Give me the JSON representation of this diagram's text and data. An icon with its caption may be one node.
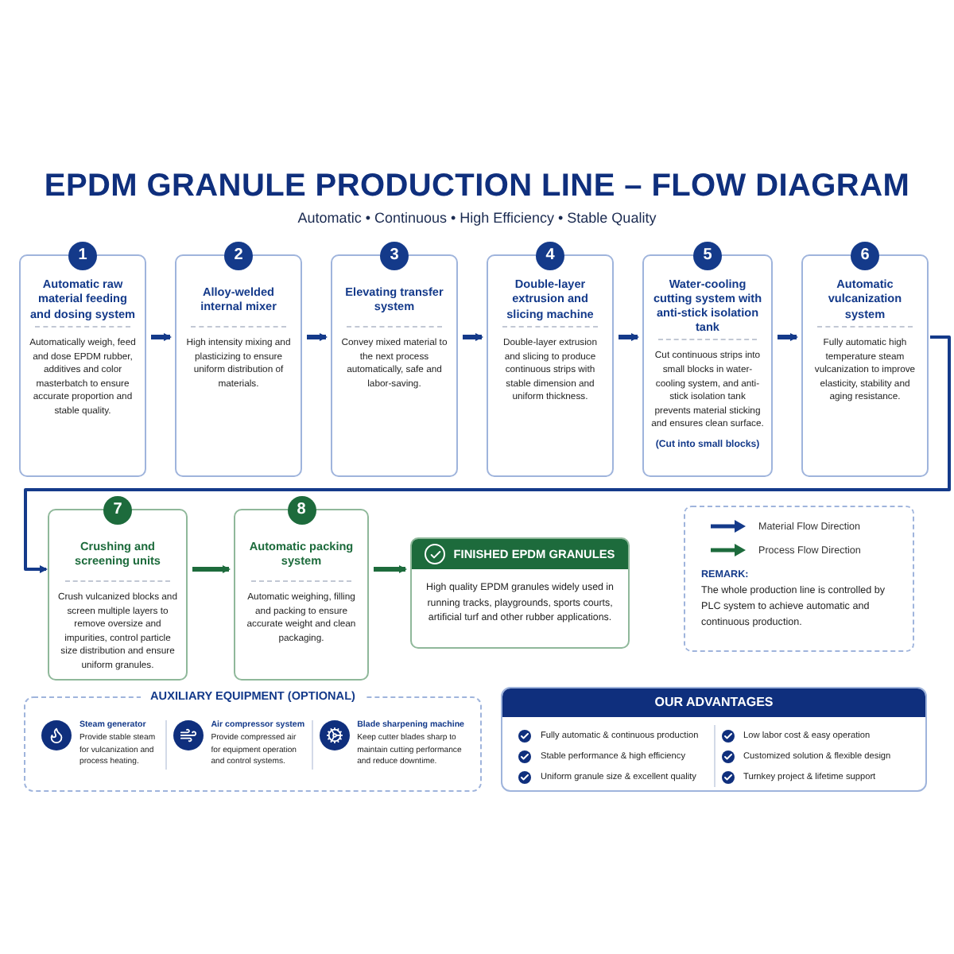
{
  "diagram": {
    "title": "EPDM GRANULE PRODUCTION LINE – FLOW DIAGRAM",
    "nodes": [
      {
        "text": [
          "1",
          "Automatic raw material feeding and dosing system",
          "Automatically weigh, feed and dose EPDM rubber, additives and color masterbatch to ensure accurate proportion and stable quality."
        ]
      },
      {
        "text": [
          "2",
          "Alloy-welded internal mixer",
          "High intensity mixing and plasticizing to ensure uniform distribution of materials."
        ]
      },
      {
        "text": [
          "3",
          "Elevating transfer system",
          "Convey mixed material to the next process automatically, safe and labor-saving."
        ]
      },
      {
        "text": [
          "4",
          "Double-layer extrusion and slicing machine",
          "Double-layer extrusion and slicing to produce continuous strips with stable dimension and uniform thickness."
        ]
      },
      {
        "text": [
          "5",
          "Water-cooling cutting system with anti-stick isolation tank",
          "Cut continuous strips into small blocks in water-cooling system, and anti-stick isolation tank prevents material sticking and ensures clean surface.",
          "(Cut into small blocks)"
        ]
      },
      {
        "text": [
          "6",
          "Automatic vulcanization system",
          "Fully automatic high temperature steam vulcanization to improve elasticity, stability and aging resistance."
        ]
      },
      {
        "text": [
          "7",
          "Crushing and screening units",
          "Crush vulcanized blocks and screen multiple layers to remove oversize and impurities, control particle size distribution and ensure uniform granules."
        ]
      },
      {
        "text": [
          "8",
          "Automatic packing system",
          "Automatic weighing, filling and packing to ensure accurate weight and clean packaging."
        ]
      },
      {
        "text": [
          "FINISHED EPDM GRANULES",
          "High quality EPDM granules widely used in running tracks, playgrounds, sports courts, artificial turf and other rubber applications."
        ]
      },
      {
        "text": [
          "REMARK:",
          "The whole production line is controlled by PLC system to achieve automatic and continuous production."
        ]
      },
      {
        "text": [
          "AUXILIARY EQUIPMENT (OPTIONAL)",
          "Steam generator",
          "Provide stable steam for vulcanization and process heating.",
          "Air compressor system",
          "Provide compressed air for equipment operation and control systems.",
          "Blade sharpening machine",
          "Keep cutter blades sharp to maintain cutting performance and reduce downtime."
        ]
      },
      {
        "text": [
          "OUR ADVANTAGES",
          "Fully automatic & continuous production",
          "Stable performance & high efficiency",
          "Uniform granule size & excellent quality",
          "Low labor cost & easy operation",
          "Customized solution & flexible design",
          "Turnkey project & lifetime support"
        ]
      }
    ],
    "edges": [
      {
        "from": 0,
        "to": 1,
        "arrow": "to"
      },
      {
        "from": 1,
        "to": 2,
        "arrow": "to"
      },
      {
        "from": 2,
        "to": 3,
        "arrow": "to"
      },
      {
        "from": 3,
        "to": 4,
        "arrow": "to"
      },
      {
        "from": 4,
        "to": 5,
        "arrow": "to"
      },
      {
        "from": 5,
        "to": 6,
        "arrow": "to"
      },
      {
        "from": 6,
        "to": 7,
        "arrow": "to",
        "color": "#1d6b3c"
      },
      {
        "from": 7,
        "to": 8,
        "arrow": "to",
        "color": "#1d6b3c"
      }
    ],
    "labels": [
      "Automatic • Continuous • High Efficiency • Stable Quality"
    ],
    "legend": [
      {
        "text": "Material Flow Direction",
        "color": "#143a8a"
      },
      {
        "text": "Process Flow Direction",
        "color": "#1d6b3c"
      }
    ]
  }
}
